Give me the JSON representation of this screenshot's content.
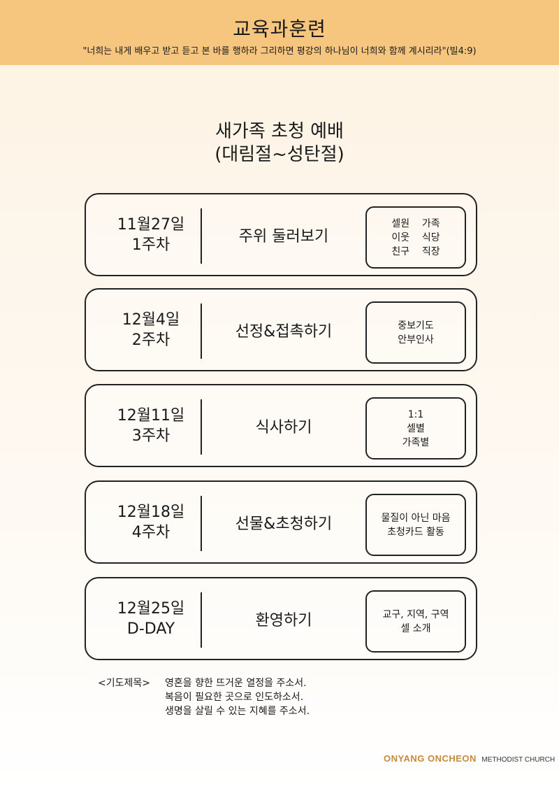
{
  "header": {
    "title": "교육과훈련",
    "verse": "\"너희는 내게 배우고 받고 듣고 본 바를 행하라 그리하면 평강의 하나님이 너희와 함께 계시리라\"(빌4:9)"
  },
  "section": {
    "title_line1": "새가족 초청 예배",
    "title_line2": "(대림절~성탄절)"
  },
  "weeks": [
    {
      "date": "11월27일",
      "week": "1주차",
      "activity": "주위 둘러보기",
      "details": [
        "셀원    가족",
        "이웃    식당",
        "친구    직장"
      ]
    },
    {
      "date": "12월4일",
      "week": "2주차",
      "activity": "선정&접촉하기",
      "details": [
        "중보기도",
        "안부인사"
      ]
    },
    {
      "date": "12월11일",
      "week": "3주차",
      "activity": "식사하기",
      "details": [
        "1:1",
        "셀별",
        "가족별"
      ]
    },
    {
      "date": "12월18일",
      "week": "4주차",
      "activity": "선물&초청하기",
      "details": [
        "물질이 아닌 마음",
        "초청카드 활동"
      ]
    },
    {
      "date": "12월25일",
      "week": "D-DAY",
      "activity": "환영하기",
      "details": [
        "교구, 지역, 구역",
        "셀 소개"
      ]
    }
  ],
  "prayer": {
    "label": "<기도제목>",
    "lines": [
      "영혼을 향한 뜨거운 열정을 주소서.",
      "복음이 필요한 곳으로 인도하소서.",
      "생명을 살릴 수 있는 지혜를 주소서."
    ]
  },
  "footer": {
    "church": "ONYANG ONCHEON",
    "suffix": "METHODIST CHURCH"
  }
}
